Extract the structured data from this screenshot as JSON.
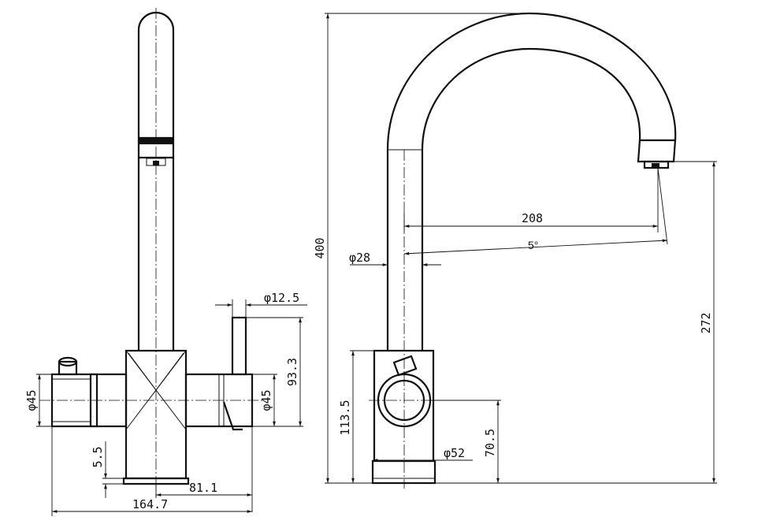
{
  "dimensions": {
    "front_inlet_diameter_left": "φ45",
    "front_inlet_diameter_right": "φ45",
    "lever_diameter": "φ12.5",
    "lever_height": "93.3",
    "base_thickness": "5.5",
    "half_width": "81.1",
    "overall_width": "164.7",
    "overall_height": "400",
    "spout_reach": "208",
    "spout_angle": "5°",
    "spout_diameter": "φ28",
    "spout_clearance": "272",
    "body_height": "113.5",
    "handle_height": "70.5",
    "base_diameter": "φ52"
  }
}
